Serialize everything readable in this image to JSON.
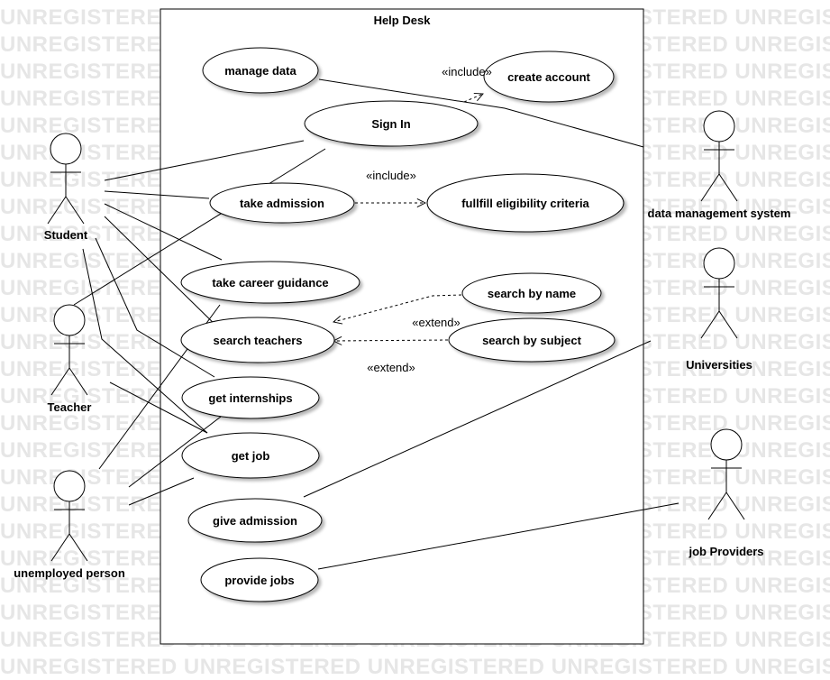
{
  "watermark_text": "UNREGISTERED",
  "system": {
    "title": "Help Desk"
  },
  "actors": [
    {
      "id": "student",
      "label": "Student"
    },
    {
      "id": "teacher",
      "label": "Teacher"
    },
    {
      "id": "unemployed",
      "label": "unemployed person"
    },
    {
      "id": "dms",
      "label": "data management system"
    },
    {
      "id": "universities",
      "label": "Universities"
    },
    {
      "id": "providers",
      "label": "job Providers"
    }
  ],
  "use_cases": [
    {
      "id": "manage_data",
      "label": "manage data"
    },
    {
      "id": "create_account",
      "label": "create account"
    },
    {
      "id": "sign_in",
      "label": "Sign In"
    },
    {
      "id": "take_admission",
      "label": "take admission"
    },
    {
      "id": "eligibility",
      "label": "fullfill  eligibility criteria"
    },
    {
      "id": "career",
      "label": "take career guidance"
    },
    {
      "id": "search_name",
      "label": "search by name"
    },
    {
      "id": "search_teachers",
      "label": "search teachers"
    },
    {
      "id": "search_subject",
      "label": "search  by subject"
    },
    {
      "id": "internships",
      "label": "get internships"
    },
    {
      "id": "job",
      "label": "get job"
    },
    {
      "id": "give_admission",
      "label": "give admission"
    },
    {
      "id": "provide_jobs",
      "label": "provide jobs"
    }
  ],
  "stereotypes": [
    {
      "id": "inc1",
      "label": "«include»"
    },
    {
      "id": "inc2",
      "label": "«include»"
    },
    {
      "id": "ext1",
      "label": "«extend»"
    },
    {
      "id": "ext2",
      "label": "«extend»"
    }
  ]
}
